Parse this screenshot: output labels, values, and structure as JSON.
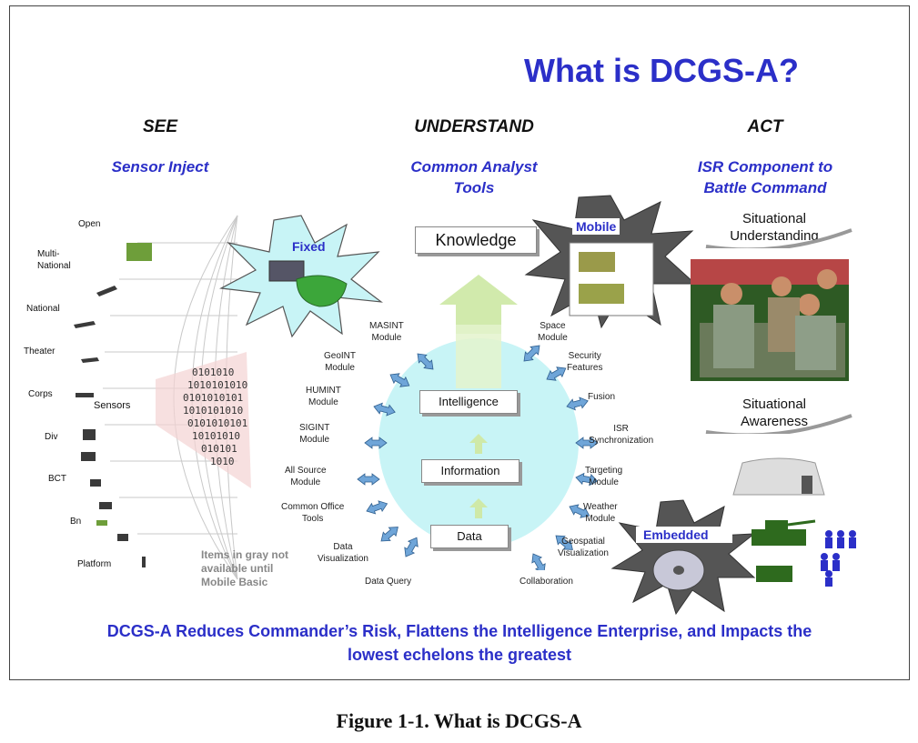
{
  "title": "What is DCGS-A?",
  "columns": [
    {
      "heading": "SEE",
      "subtitle_lines": [
        "Sensor Inject"
      ]
    },
    {
      "heading": "UNDERSTAND",
      "subtitle_lines": [
        "Common Analyst",
        "Tools"
      ]
    },
    {
      "heading": "ACT",
      "subtitle_lines": [
        "ISR Component to",
        "Battle Command"
      ]
    }
  ],
  "echelons": [
    "Open",
    "Multi-",
    "National",
    "National",
    "Theater",
    "Corps",
    "Div",
    "BCT",
    "Bn",
    "Platform"
  ],
  "sensors_label": "Sensors",
  "gray_note_lines": [
    "Items in gray not",
    "available until",
    "Mobile Basic"
  ],
  "pyramid": {
    "top": "Knowledge",
    "levels": [
      "Intelligence",
      "Information",
      "Data"
    ]
  },
  "starbursts": {
    "fixed": "Fixed",
    "mobile": "Mobile",
    "embedded": "Embedded"
  },
  "modules": [
    {
      "lines": [
        "MASINT",
        "Module"
      ]
    },
    {
      "lines": [
        "GeoINT",
        "Module"
      ]
    },
    {
      "lines": [
        "HUMINT",
        "Module"
      ]
    },
    {
      "lines": [
        "SIGINT",
        "Module"
      ]
    },
    {
      "lines": [
        "All Source",
        "Module"
      ]
    },
    {
      "lines": [
        "Common Office",
        "Tools"
      ]
    },
    {
      "lines": [
        "Data",
        "Visualization"
      ]
    },
    {
      "lines": [
        "Data Query"
      ]
    },
    {
      "lines": [
        "Space",
        "Module"
      ]
    },
    {
      "lines": [
        "Security",
        "Features"
      ]
    },
    {
      "lines": [
        "Fusion"
      ]
    },
    {
      "lines": [
        "ISR",
        "Synchronization"
      ]
    },
    {
      "lines": [
        "Targeting",
        "Module"
      ]
    },
    {
      "lines": [
        "Weather",
        "Module"
      ]
    },
    {
      "lines": [
        "Geospatial",
        "Visualization"
      ]
    },
    {
      "lines": [
        "Collaboration"
      ]
    }
  ],
  "act": {
    "understanding": [
      "Situational",
      "Understanding"
    ],
    "awareness": [
      "Situational",
      "Awareness"
    ]
  },
  "bottom_lines": [
    "DCGS-A Reduces Commander’s Risk, Flattens the Intelligence Enterprise, and Impacts the",
    "lowest echelons the greatest"
  ],
  "caption": "Figure 1-1. What is DCGS-A",
  "colors": {
    "blue": "#2b2fc8",
    "cyan": "#c8f4f6",
    "arrow": "#4a7fb5",
    "green": "#cfe9a8"
  }
}
